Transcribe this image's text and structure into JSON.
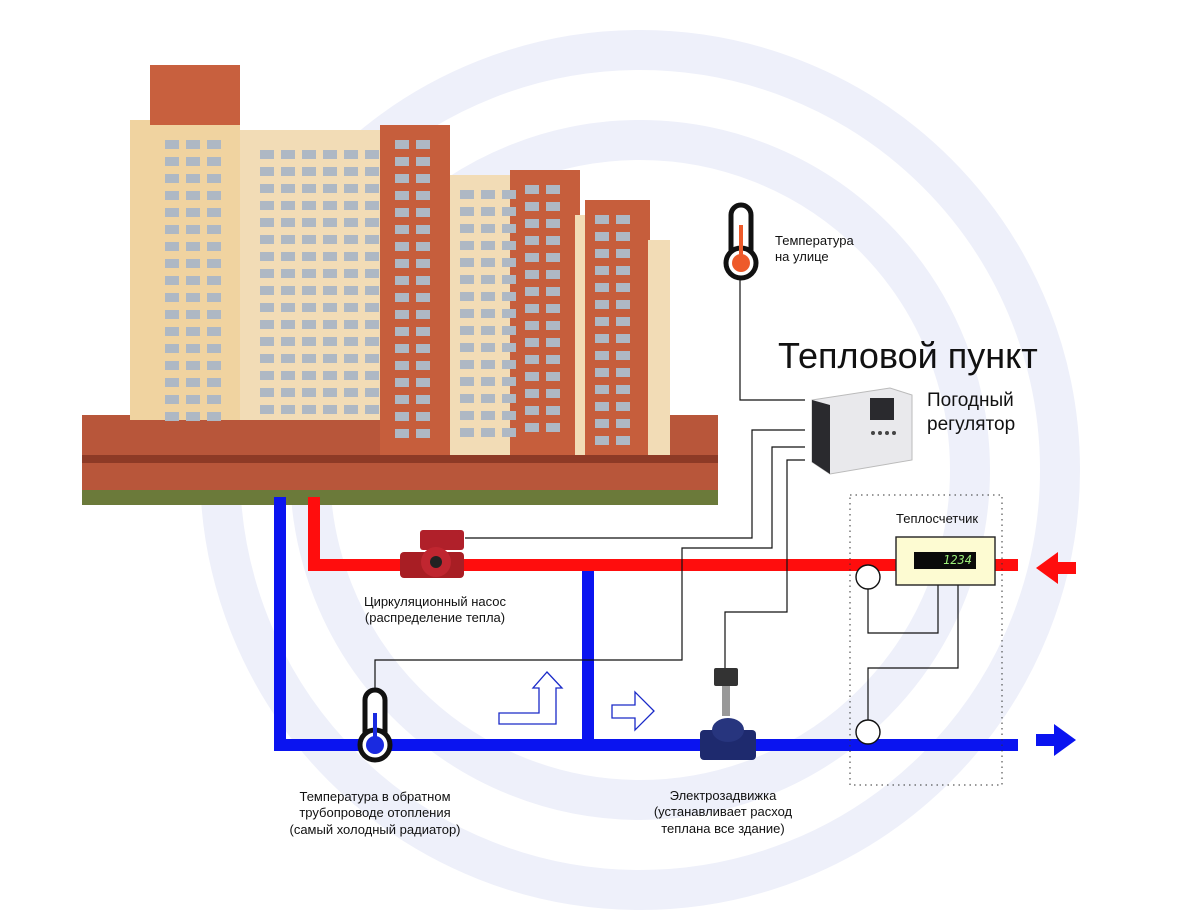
{
  "title": "Тепловой пункт",
  "labels": {
    "outdoor_temp": [
      "Температура",
      "на улице"
    ],
    "regulator": [
      "Погодный",
      "регулятор"
    ],
    "heat_meter": "Теплосчетчик",
    "meter_display": "1234",
    "pump": [
      "Циркуляционный насос",
      "(распределение тепла)"
    ],
    "return_temp": [
      "Температура в обратном",
      "трубопроводе отопления",
      "(самый холодный радиатор)"
    ],
    "valve": [
      "Электрозадвижка",
      "(устанавливает расход",
      "теплана все здание)"
    ]
  },
  "colors": {
    "supply": "#ff0d0d",
    "return": "#0a14f0",
    "wire": "#111111"
  }
}
